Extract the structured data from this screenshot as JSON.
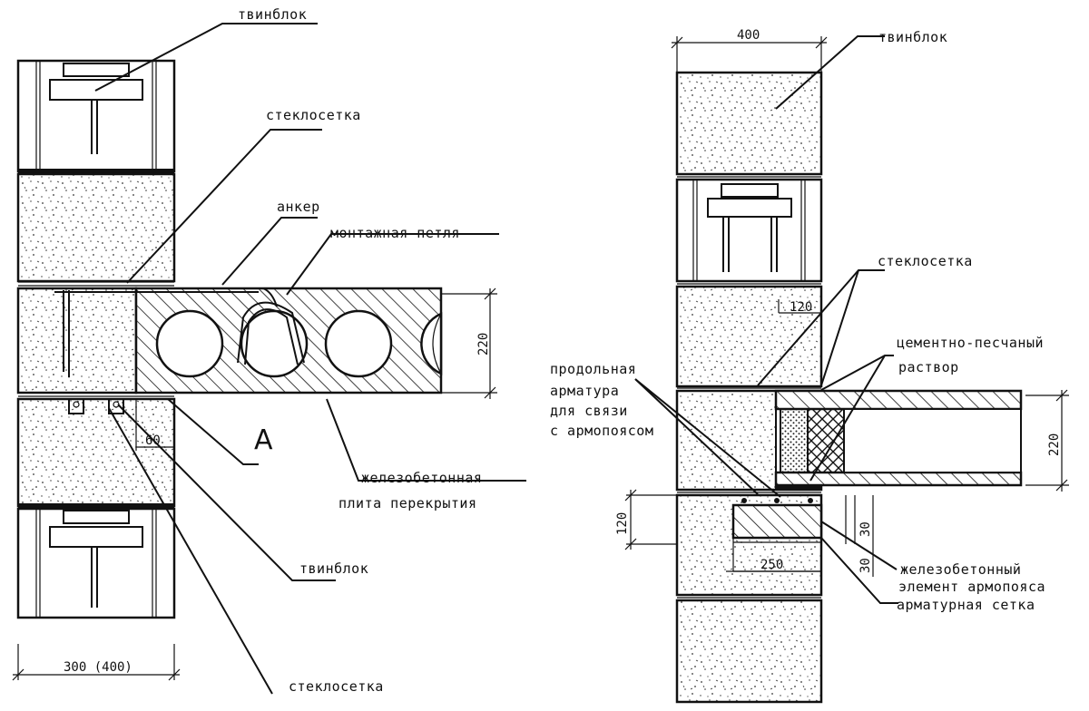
{
  "left_detail": {
    "labels": {
      "twinblock_top": "твинблок",
      "glass_mesh_top": "стеклосетка",
      "anchor": "анкер",
      "mounting_loop": "монтажная петля",
      "slab_line1": "железобетонная",
      "slab_line2": "плита перекрытия",
      "twinblock_bottom": "твинблок",
      "glass_mesh_bottom": "стеклосетка",
      "section_mark": "А"
    },
    "dimensions": {
      "slab_height": "220",
      "support": "60",
      "wall_width": "300 (400)"
    }
  },
  "right_detail": {
    "labels": {
      "twinblock": "твинблок",
      "glass_mesh": "стеклосетка",
      "mortar_line1": "цементно-песчаный",
      "mortar_line2": "раствор",
      "rebar_line1": "продольная",
      "rebar_line2": "арматура",
      "rebar_line3": "для связи",
      "rebar_line4": "с армопоясом",
      "belt_line1": "железобетонный",
      "belt_line2": "элемент армопояса",
      "rebar_mesh": "арматурная сетка"
    },
    "dimensions": {
      "wall_width": "400",
      "offset_120_top": "120",
      "slab_height": "220",
      "belt_height": "120",
      "belt_width": "250",
      "cover_30a": "30",
      "cover_30b": "30"
    }
  }
}
